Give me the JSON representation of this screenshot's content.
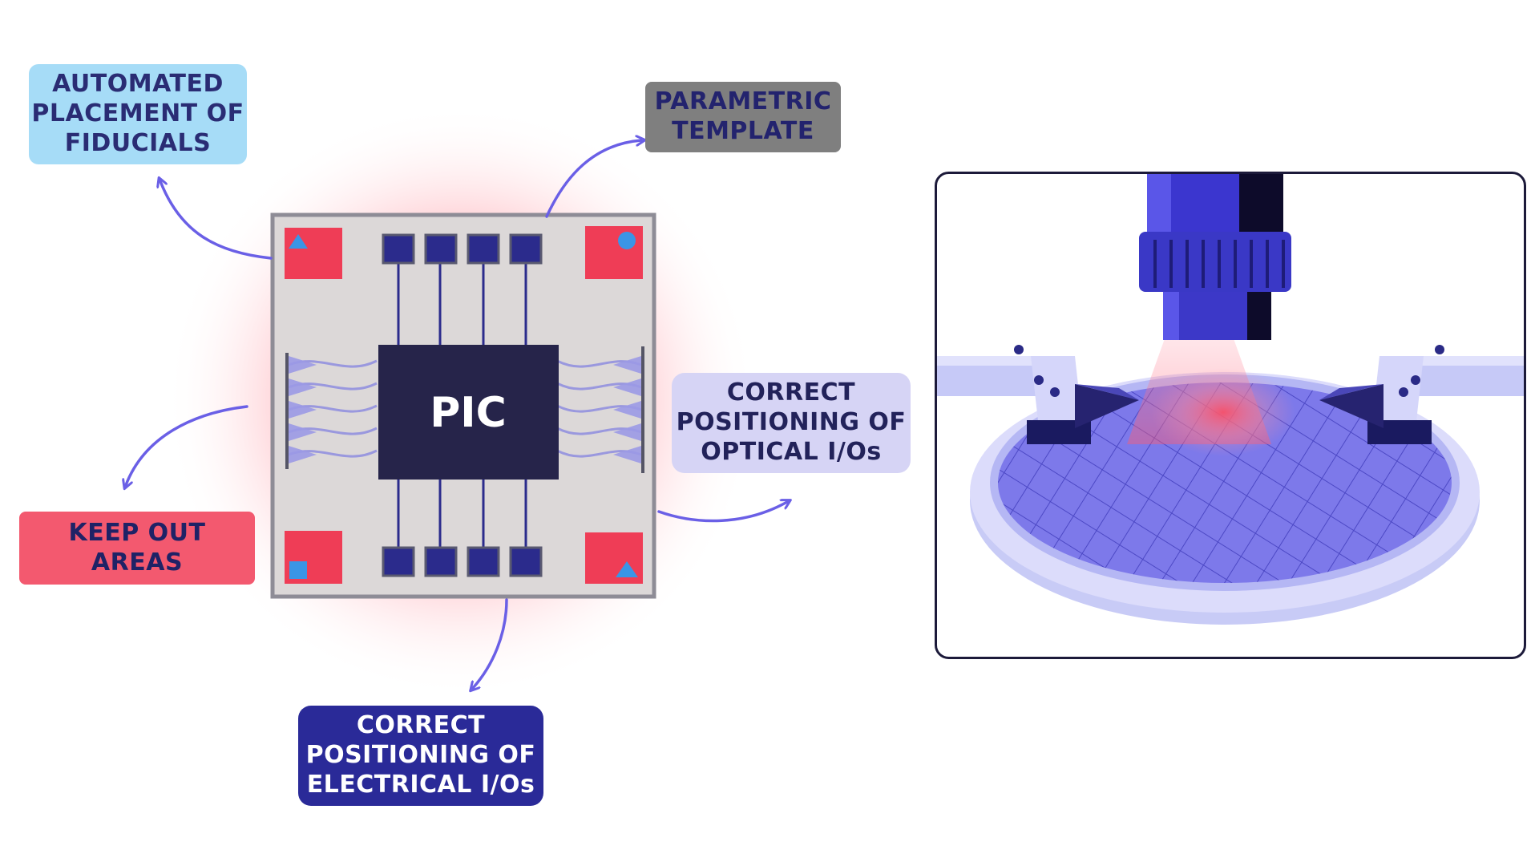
{
  "labels": {
    "fiducials": [
      "AUTOMATED",
      "PLACEMENT OF",
      "FIDUCIALS"
    ],
    "template": [
      "PARAMETRIC",
      "TEMPLATE"
    ],
    "optical": [
      "CORRECT",
      "POSITIONING OF",
      "OPTICAL I/Os"
    ],
    "keepout": "KEEP OUT AREAS",
    "electrical": [
      "CORRECT",
      "POSITIONING OF",
      "ELECTRICAL I/Os"
    ]
  },
  "chip": {
    "label": "PIC"
  },
  "colors": {
    "arrow": "#6a5fe6",
    "chip_body": "#dcd8d8",
    "chip_core": "#26244a",
    "pad": "#2b2b8c",
    "corner": "#ef3d56",
    "glow": "#ff8a95",
    "frame_border": "#1c1a3a"
  }
}
